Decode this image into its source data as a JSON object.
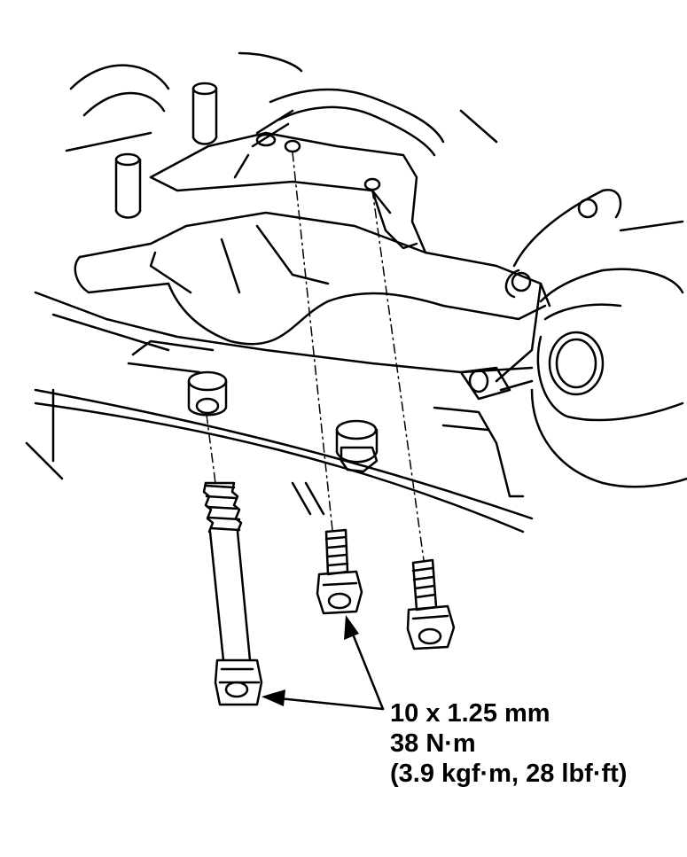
{
  "diagram": {
    "callout": {
      "size": "10 x 1.25 mm",
      "torque_nm": "38 N·m",
      "torque_alt": "(3.9 kgf·m, 28 lbf·ft)"
    },
    "colors": {
      "ink": "#000000",
      "paper": "#ffffff"
    },
    "components": {
      "bolt_count": 3
    }
  }
}
